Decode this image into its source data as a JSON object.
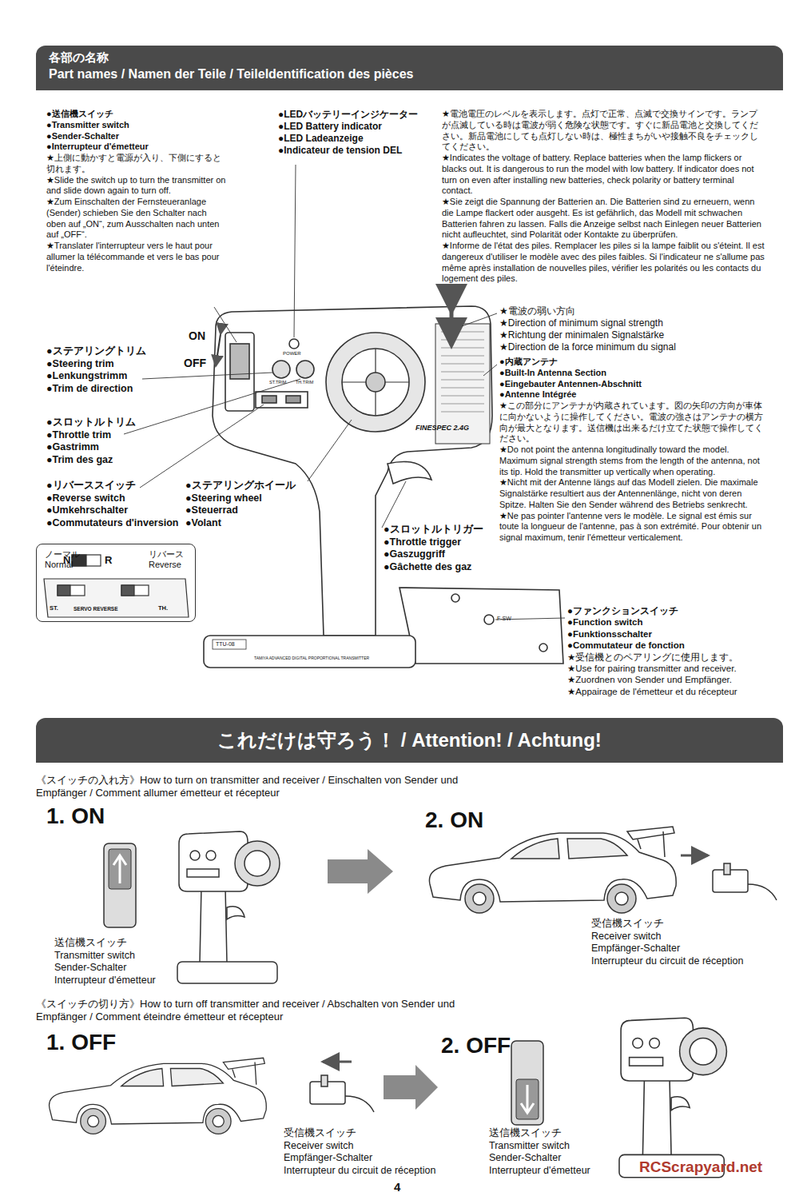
{
  "diagram": {
    "nodes": [
      {
        "text": [
          "各部の名称",
          "Part names / Namen der Teile / Teileldentification des pièces"
        ]
      },
      {
        "text": [
          "ノーマル",
          "Normal",
          "N",
          "R",
          "リバース",
          "Reverse"
        ]
      },
      {
        "text": [
          "これだけは守ろう！ / Attention! / Achtung!"
        ]
      }
    ],
    "labels": [
      "●送信機スイッチ",
      "●Transmitter switch",
      "●Sender-Schalter",
      "●Interrupteur d'émetteur",
      "★上側に動かすと電源が入り、下側にすると切れます。",
      "★Slide the switch up to turn the transmitter on and slide down again to turn off.",
      "★Zum Einschalten der Fernsteueranlage (Sender) schieben Sie den Schalter nach oben auf „ON“, zum Ausschalten nach unten auf „OFF“.",
      "★Translater l'interrupteur vers le haut pour allumer la télécommande et vers le bas pour l'éteindre.",
      "●LEDバッテリーインジケーター",
      "●LED Battery indicator",
      "●LED Ladeanzeige",
      "●Indicateur de tension DEL",
      "★電池電圧のレベルを表示します。点灯で正常、点滅で交換サインです。ランプが点滅している時は電波が弱く危険な状態です。すぐに新品電池と交換してください。新品電池にしても点灯しない時は、極性まちがいや接触不良をチェックしてください。",
      "★Indicates the voltage of battery. Replace batteries when the lamp flickers or blacks out. It is dangerous to run the model with low battery. If indicator does not turn on even after installing new batteries, check polarity or battery terminal contact.",
      "★Sie zeigt die Spannung der Batterien an. Die Batterien sind zu erneuern, wenn die Lampe flackert oder ausgeht. Es ist gefährlich, das Modell mit schwachen Batterien fahren zu lassen. Falls die Anzeige selbst nach Einlegen neuer Batterien nicht aufleuchtet, sind Polarität oder Kontakte zu überprüfen.",
      "★Informe de l'état des piles. Remplacer les piles si la lampe faiblit ou s'éteint. Il est dangereux d'utiliser le modèle avec des piles faibles. Si l'indicateur ne s'allume pas même après installation de nouvelles piles, vérifier les polarités ou les contacts du logement des piles.",
      "★電波の弱い方向",
      "★Direction of minimum signal strength",
      "★Richtung der minimalen Signalstärke",
      "★Direction de la force minimum du signal",
      "●内蔵アンテナ",
      "●Built-In Antenna Section",
      "●Eingebauter Antennen-Abschnitt",
      "●Antenne Intégrée",
      "★この部分にアンテナが内蔵されています。図の矢印の方向が車体に向かないように操作してください。電波の強さはアンテナの横方向が最大となります。送信機は出来るだけ立てた状態で操作してください。",
      "★Do not point the antenna longitudinally toward the model. Maximum signal strength stems from the length of the antenna, not its tip. Hold the transmitter up vertically when operating.",
      "★Nicht mit der Antenne längs auf das Modell zielen. Die maximale Signalstärke resultiert aus der Antennenlänge, nicht von deren Spitze. Halten Sie den Sender während des Betriebs senkrecht.",
      "★Ne pas pointer l'antenne vers le modèle. Le signal est émis sur toute la longueur de l'antenne, pas à son extrémité. Pour obtenir un signal maximum, tenir l'émetteur verticalement.",
      "●ステアリングトリム",
      "●Steering trim",
      "●Lenkungstrimm",
      "●Trim de direction",
      "●スロットルトリム",
      "●Throttle trim",
      "●Gastrimm",
      "●Trim des gaz",
      "●リバーススイッチ",
      "●Reverse switch",
      "●Umkehrschalter",
      "●Commutateurs d'inversion",
      "●ステアリングホイール",
      "●Steering wheel",
      "●Steuerrad",
      "●Volant",
      "●スロットルトリガー",
      "●Throttle trigger",
      "●Gaszuggriff",
      "●Gâchette des gaz",
      "●ファンクションスイッチ",
      "●Function switch",
      "●Funktionsschalter",
      "●Commutateur de fonction",
      "★受信機とのペアリングに使用します。",
      "★Use for pairing transmitter and receiver.",
      "★Zuordnen von Sender und Empfänger.",
      "★Appairage de l'émetteur et du récepteur",
      "ON",
      "OFF",
      "POWER",
      "ST.TRIM",
      "TH.TRIM",
      "FINESPEC 2.4G",
      "TTU-08",
      "TAMIYA ADVANCED DIGITAL PROPORTIONAL TRANSMITTER",
      "F-SW",
      "ST.",
      "SERVO REVERSE",
      "TH.",
      "《スイッチの入れ方》How to turn on transmitter and receiver / Einschalten von Sender und Empfänger / Comment allumer émetteur et récepteur",
      "1. ON",
      "2. ON",
      "送信機スイッチ",
      "Transmitter switch",
      "Sender-Schalter",
      "Interrupteur d'émetteur",
      "受信機スイッチ",
      "Receiver switch",
      "Empfänger-Schalter",
      "Interrupteur du circuit de réception",
      "《スイッチの切り方》How to turn off transmitter and receiver / Abschalten von Sender und Empfänger / Comment éteindre émetteur et récepteur",
      "1. OFF",
      "2. OFF",
      "受信機スイッチ",
      "Receiver switch",
      "Empfänger-Schalter",
      "Interrupteur du circuit de réception",
      "送信機スイッチ",
      "Transmitter switch",
      "Sender-Schalter",
      "Interrupteur d'émetteur",
      "4",
      "RCScrapyard.net"
    ]
  }
}
